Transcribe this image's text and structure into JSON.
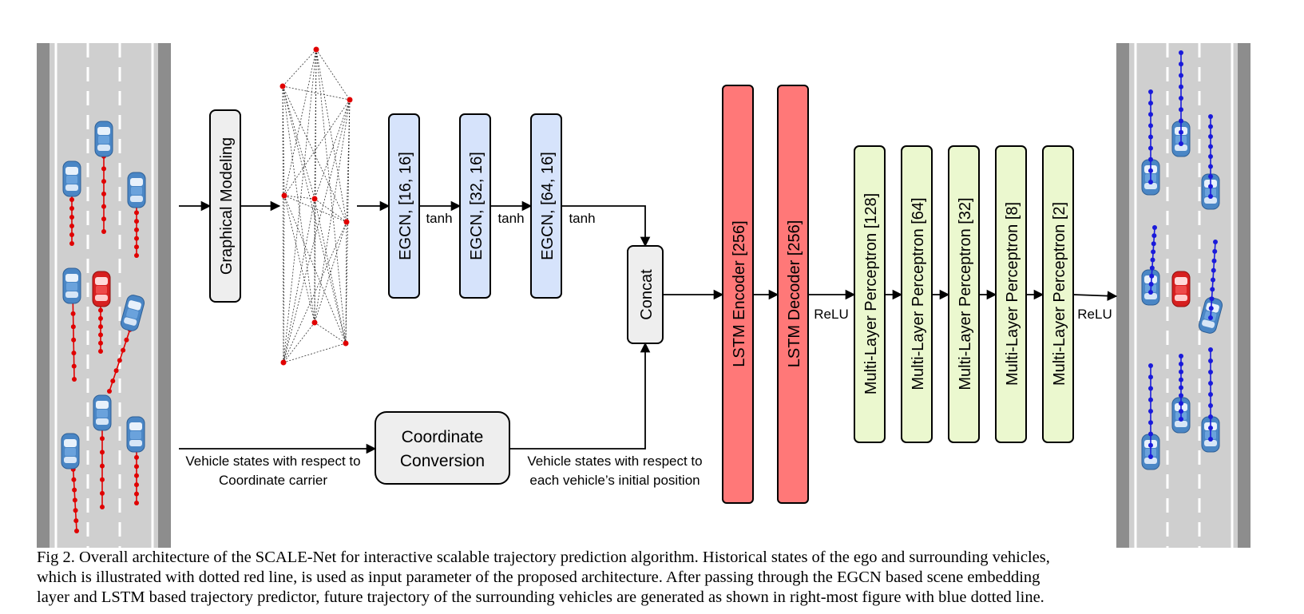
{
  "diagram": {
    "blocks": {
      "graphical_modeling": "Graphical Modeling",
      "egcn": [
        "EGCN, [16, 16]",
        "EGCN, [32, 16]",
        "EGCN, [64, 16]"
      ],
      "concat": "Concat",
      "coordinate_conversion": [
        "Coordinate",
        "Conversion"
      ],
      "lstm_encoder": "LSTM Encoder [256]",
      "lstm_decoder": "LSTM Decoder [256]",
      "mlp": [
        "Multi-Layer Perceptron [128]",
        "Multi-Layer Perceptron [64]",
        "Multi-Layer Perceptron [32]",
        "Multi-Layer Perceptron [8]",
        "Multi-Layer Perceptron [2]"
      ]
    },
    "edge_labels": {
      "tanh": "tanh",
      "relu": "ReLU",
      "input_states": [
        "Vehicle states with respect to",
        "Coordinate carrier"
      ],
      "converted_states": [
        "Vehicle states with respect to",
        "each vehicle’s initial position"
      ]
    },
    "colors": {
      "egcn_fill": "#d6e3fb",
      "lstm_fill": "#ff7878",
      "mlp_fill": "#ebf8cf",
      "neutral_fill": "#eeeeee",
      "history_traj": "#e00000",
      "future_traj": "#1a1adb",
      "road": "#cfcfcf"
    }
  },
  "caption": {
    "lines": [
      "Fig 2. Overall architecture of the SCALE-Net for interactive scalable trajectory prediction algorithm. Historical states of the ego and surrounding vehicles,",
      "which is illustrated with dotted red line, is used as input parameter of the proposed architecture. After passing through the EGCN based scene embedding",
      "layer and LSTM based trajectory predictor, future trajectory of the surrounding vehicles are generated as shown in right-most figure with blue dotted line."
    ]
  }
}
